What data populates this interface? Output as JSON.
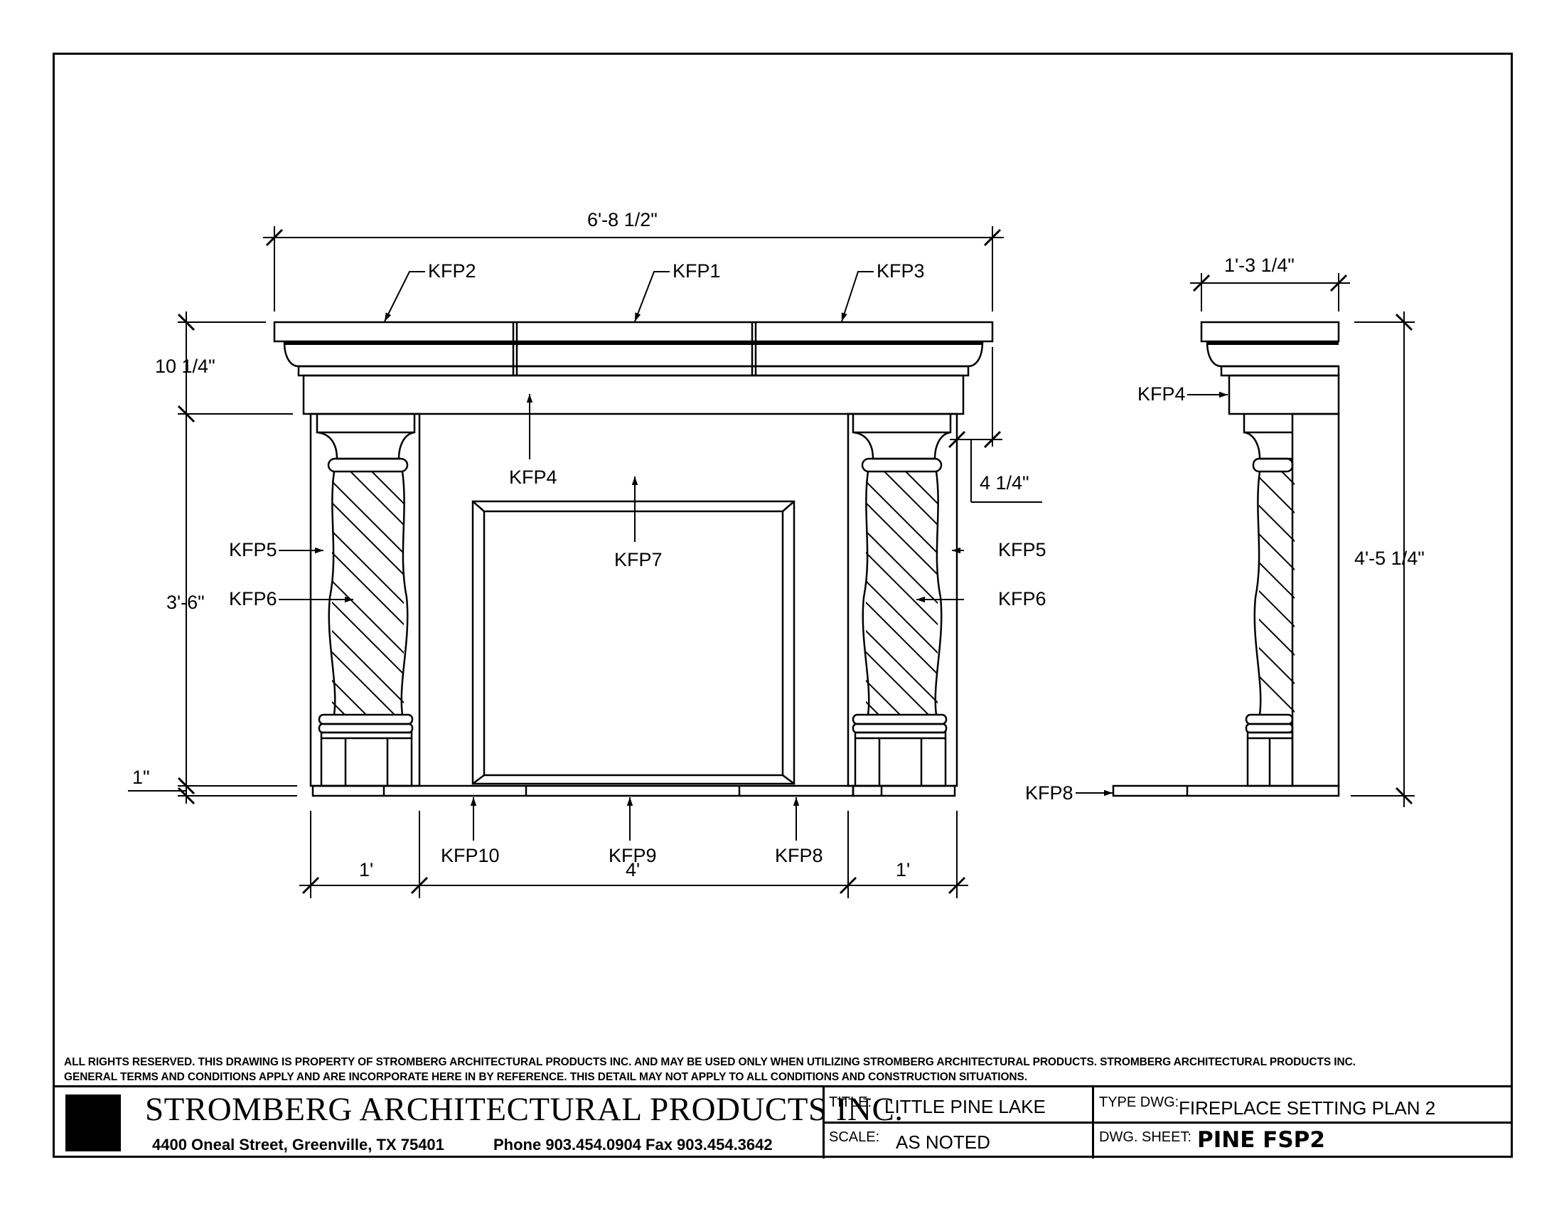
{
  "dimensions": {
    "overall_width": "6'-8 1/2\"",
    "mantel_height": "10 1/4\"",
    "leg_height": "3'-6\"",
    "plinth": "1\"",
    "projection": "4 1/4\"",
    "leg_left": "1'",
    "opening": "4'",
    "leg_right": "1'",
    "side_depth": "1'-3 1/4\"",
    "side_height": "4'-5 1/4\""
  },
  "parts": {
    "kfp1": "KFP1",
    "kfp2": "KFP2",
    "kfp3": "KFP3",
    "kfp4": "KFP4",
    "kfp4_side": "KFP4",
    "kfp5_left": "KFP5",
    "kfp5_right": "KFP5",
    "kfp6_left": "KFP6",
    "kfp6_right": "KFP6",
    "kfp7": "KFP7",
    "kfp8": "KFP8",
    "kfp8_side": "KFP8",
    "kfp9": "KFP9",
    "kfp10": "KFP10"
  },
  "notice": {
    "line1": "ALL RIGHTS RESERVED. THIS DRAWING IS PROPERTY OF STROMBERG ARCHITECTURAL PRODUCTS INC. AND MAY BE USED ONLY WHEN UTILIZING STROMBERG ARCHITECTURAL PRODUCTS.  STROMBERG ARCHITECTURAL PRODUCTS INC.",
    "line2": "GENERAL TERMS AND CONDITIONS APPLY AND ARE INCORPORATE HERE IN BY REFERENCE.  THIS DETAIL MAY NOT APPLY TO ALL CONDITIONS AND CONSTRUCTION SITUATIONS."
  },
  "title_block": {
    "company": "STROMBERG ARCHITECTURAL PRODUCTS INC.",
    "address": "4400 Oneal Street, Greenville, TX  75401",
    "phone_fax": "Phone 903.454.0904   Fax 903.454.3642",
    "title_label": "TITLE:",
    "title_value": "LITTLE PINE LAKE",
    "scale_label": "SCALE:",
    "scale_value": "AS NOTED",
    "type_label": "TYPE DWG:",
    "type_value": "FIREPLACE SETTING PLAN 2",
    "sheet_label": "DWG. SHEET:",
    "sheet_value": "PINE FSP2"
  }
}
